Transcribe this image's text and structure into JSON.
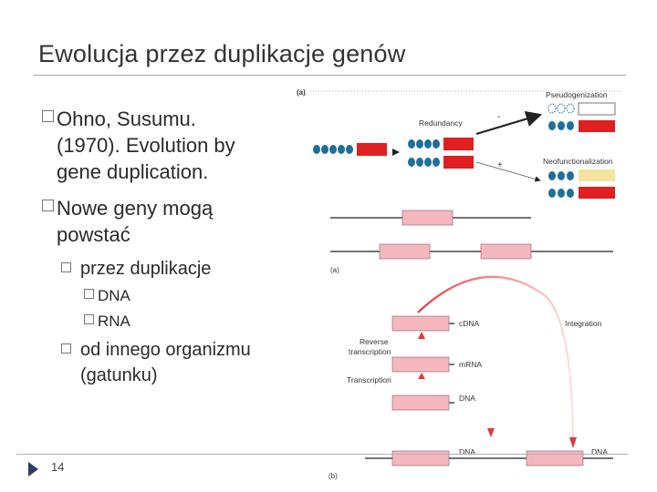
{
  "slide": {
    "title": "Ewolucja przez duplikacje genów",
    "page_number": "14"
  },
  "bullets": {
    "b1_line1": "Ohno, Susumu.",
    "b1_line2": "(1970). Evolution by",
    "b1_line3": "gene duplication.",
    "b2_line1": "Nowe geny mogą",
    "b2_line2": "powstać",
    "sub1": "przez duplikacje",
    "sub1a": "DNA",
    "sub1b": "RNA",
    "sub2_line1": "od innego organizmu",
    "sub2_line2": "(gatunku)"
  },
  "figure_a": {
    "panel_label": "(a)",
    "redundancy": "Redundancy",
    "pseudogenization": "Pseudogenization",
    "neofunctionalization": "Neofunctionalization",
    "minus_sign": "-",
    "plus_sign": "+"
  },
  "figure_b": {
    "panel_label_mid": "(a)",
    "panel_label_bottom": "(b)",
    "cdna": "cDNA",
    "integration": "Integration",
    "reverse_transcription_1": "Reverse",
    "reverse_transcription_2": "transcription",
    "mrna": "mRNA",
    "transcription": "Transcription",
    "dna_1": "DNA",
    "dna_2": "DNA",
    "dna_3": "DNA"
  },
  "colors": {
    "gene_red": "#e02020",
    "gene_yellow": "#f6e3a0",
    "protein_blue": "#1f6f9a",
    "exon_pink": "#f5b7be",
    "arrow_red": "#e2393d"
  }
}
